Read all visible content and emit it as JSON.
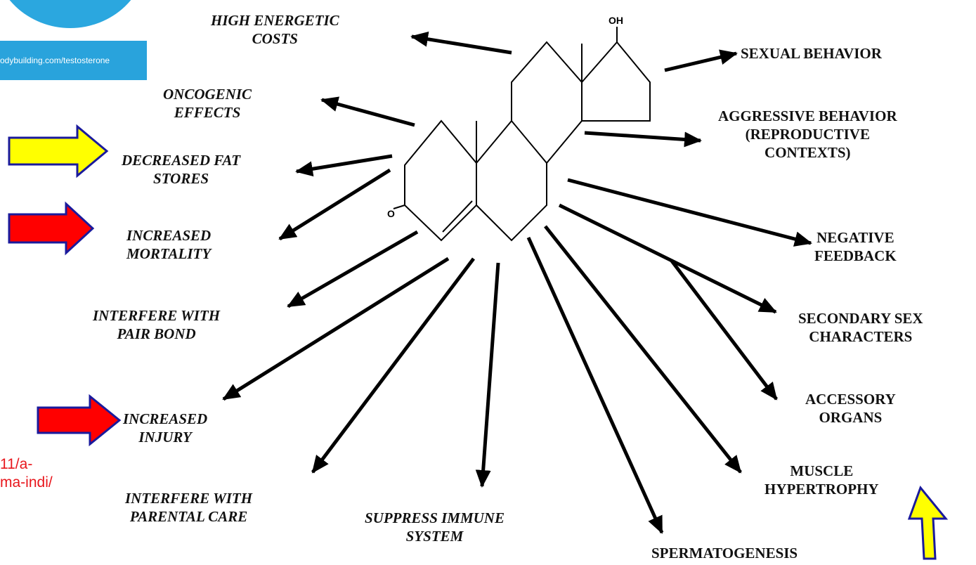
{
  "source_banner": {
    "url_text": "odybuilding.com/testosterone",
    "link_text_line1": "11/a-",
    "link_text_line2": "ma-indi/"
  },
  "structure": {
    "oh_label": "OH",
    "o_label": "O"
  },
  "effects_left": {
    "high_energetic_costs": "HIGH ENERGETIC\nCOSTS",
    "oncogenic_effects": "ONCOGENIC\nEFFECTS",
    "decreased_fat_stores": "DECREASED FAT\nSTORES",
    "increased_mortality": "INCREASED\nMORTALITY",
    "interfere_pair_bond": "INTERFERE WITH\nPAIR BOND",
    "increased_injury": "INCREASED\nINJURY",
    "interfere_parental_care": "INTERFERE WITH\nPARENTAL CARE",
    "suppress_immune_system": "SUPPRESS IMMUNE\nSYSTEM"
  },
  "effects_right": {
    "sexual_behavior": "SEXUAL BEHAVIOR",
    "aggressive_behavior": "AGGRESSIVE BEHAVIOR\n(REPRODUCTIVE\nCONTEXTS)",
    "negative_feedback": "NEGATIVE\nFEEDBACK",
    "secondary_sex_characters": "SECONDARY SEX\nCHARACTERS",
    "accessory_organs": "ACCESSORY\nORGANS",
    "muscle_hypertrophy": "MUSCLE\nHYPERTROPHY",
    "spermatogenesis": "SPERMATOGENESIS"
  },
  "highlight_colors": {
    "yellow": "#ffff00",
    "red": "#ff0000",
    "outline": "#1a1a9c"
  }
}
